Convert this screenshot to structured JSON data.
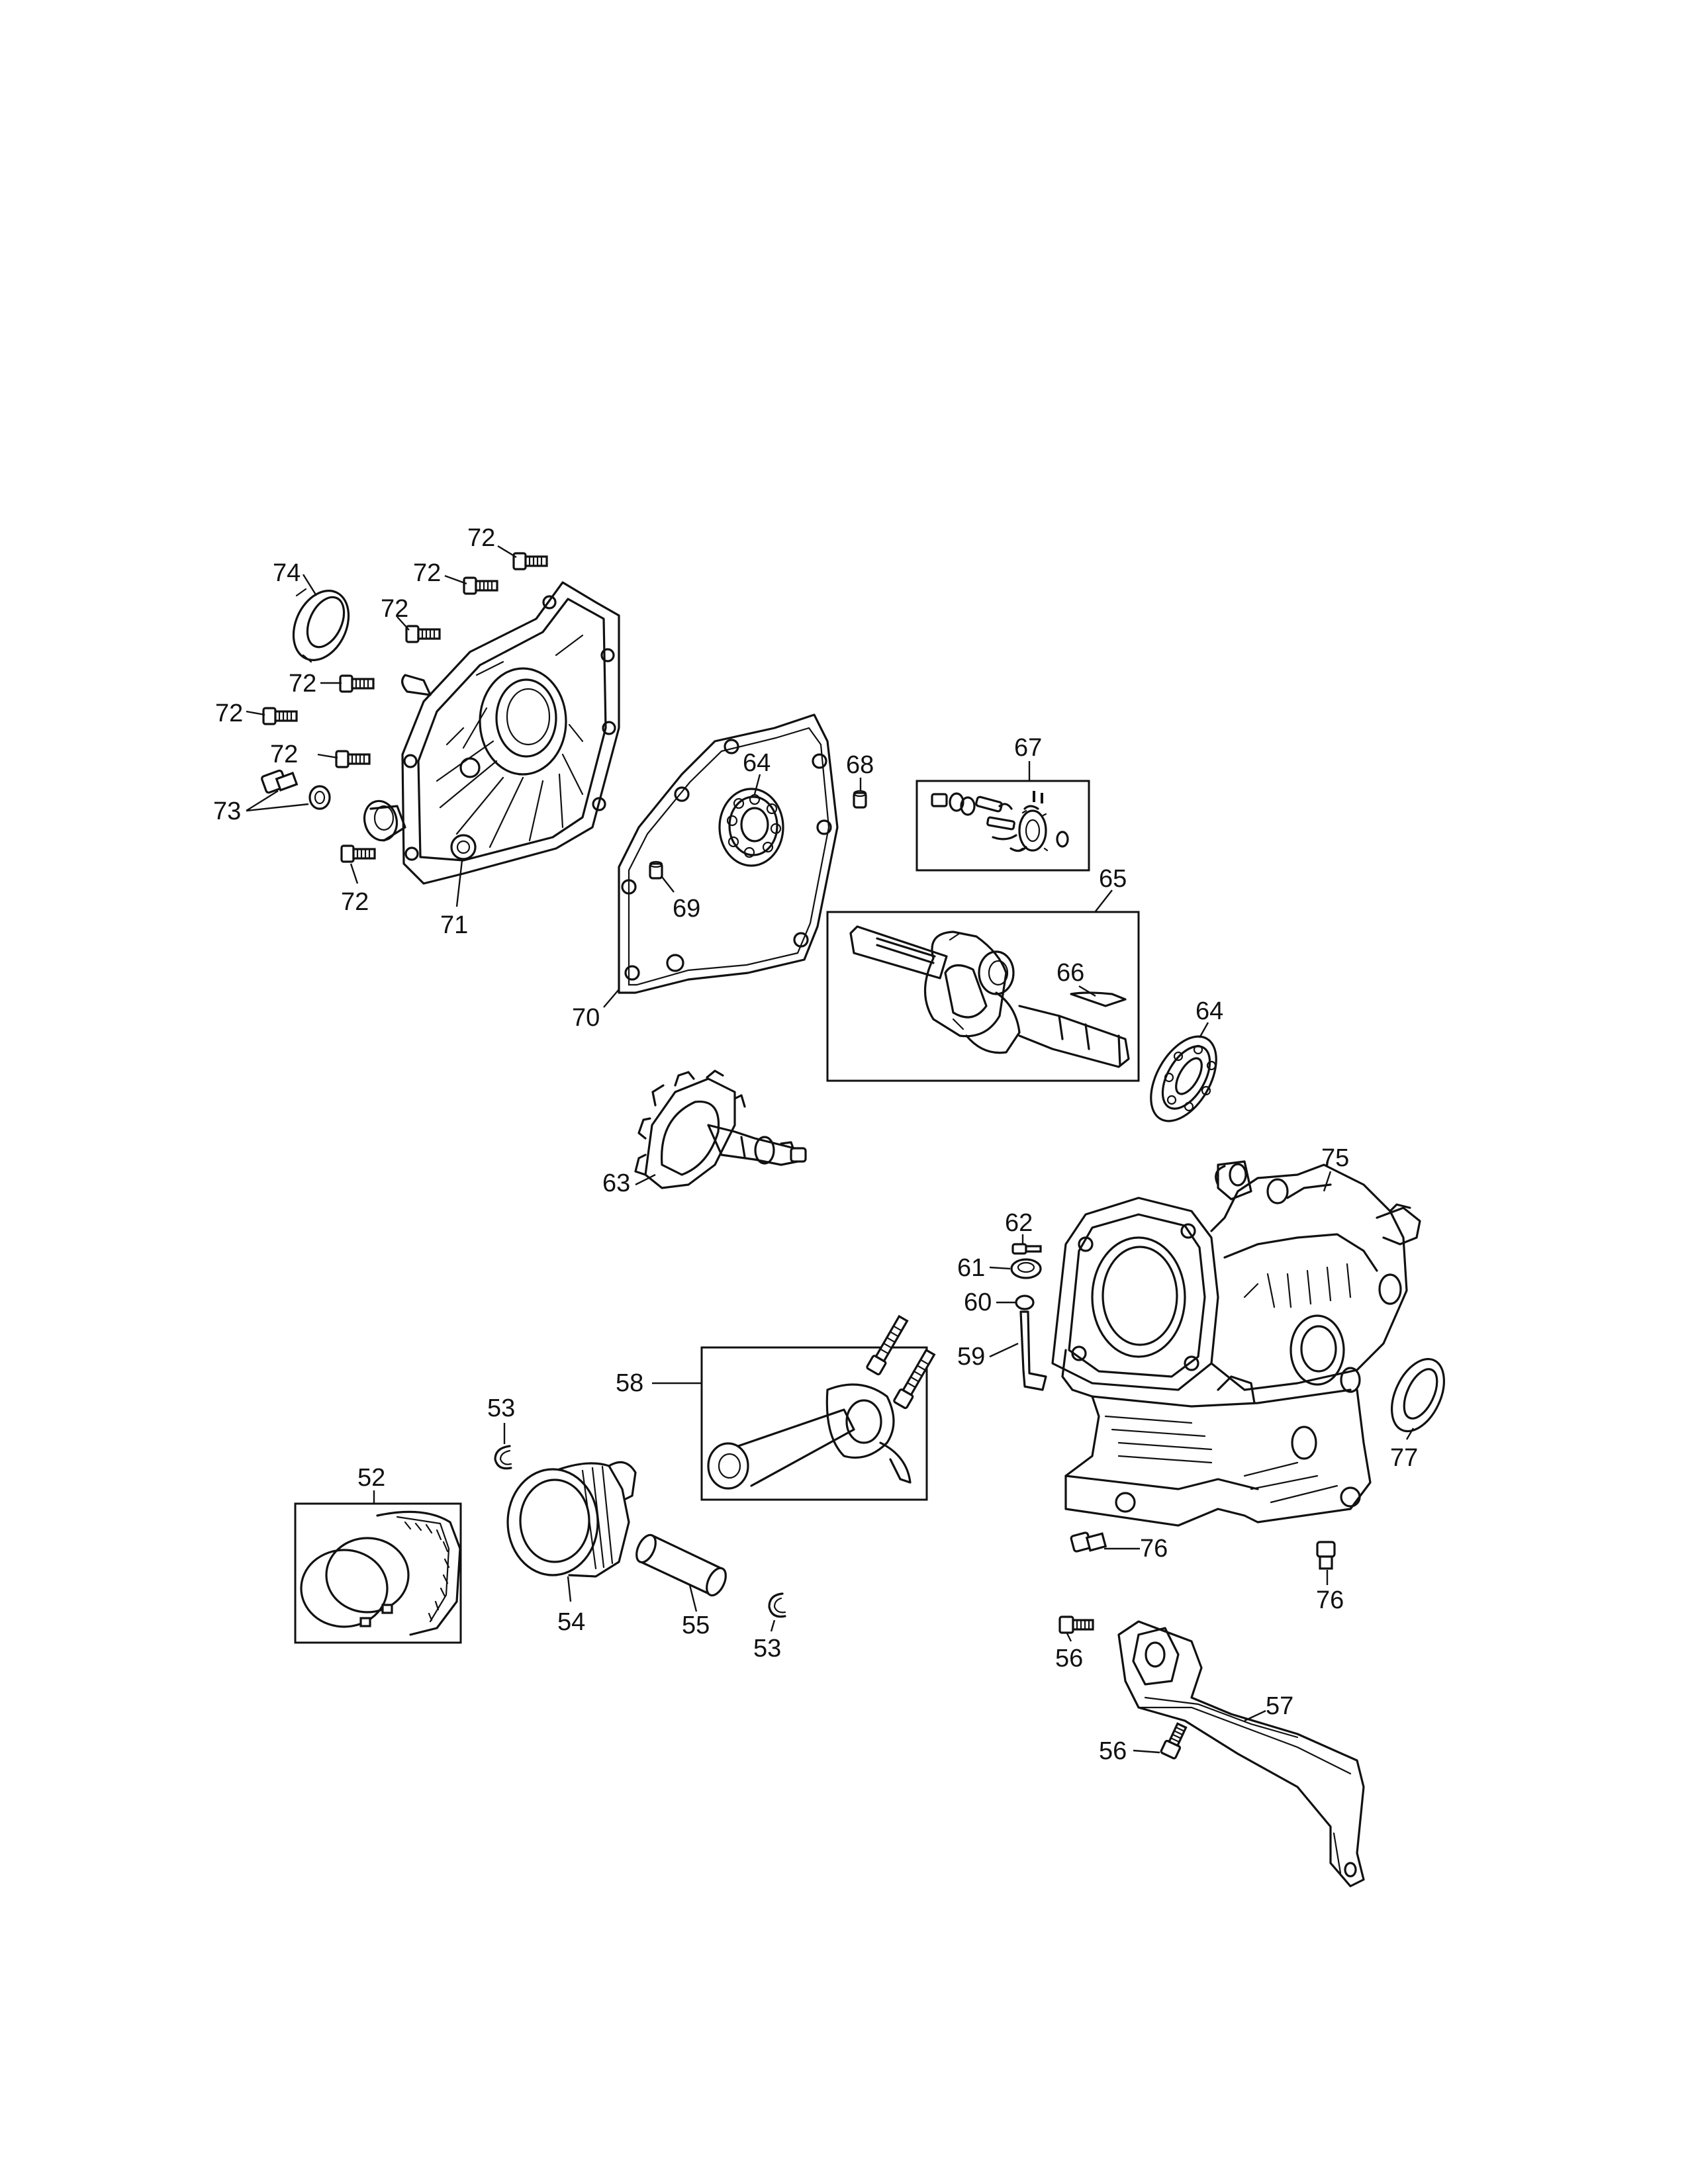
{
  "callouts": {
    "c52": "52",
    "c53a": "53",
    "c53b": "53",
    "c54": "54",
    "c55": "55",
    "c56a": "56",
    "c56b": "56",
    "c57": "57",
    "c58": "58",
    "c59": "59",
    "c60": "60",
    "c61": "61",
    "c62": "62",
    "c63": "63",
    "c64a": "64",
    "c64b": "64",
    "c65": "65",
    "c66": "66",
    "c67": "67",
    "c68": "68",
    "c69": "69",
    "c70": "70",
    "c71": "71",
    "c72a": "72",
    "c72b": "72",
    "c72c": "72",
    "c72d": "72",
    "c72e": "72",
    "c72f": "72",
    "c72g": "72",
    "c73": "73",
    "c74": "74",
    "c75": "75",
    "c76a": "76",
    "c76b": "76",
    "c77": "77"
  }
}
